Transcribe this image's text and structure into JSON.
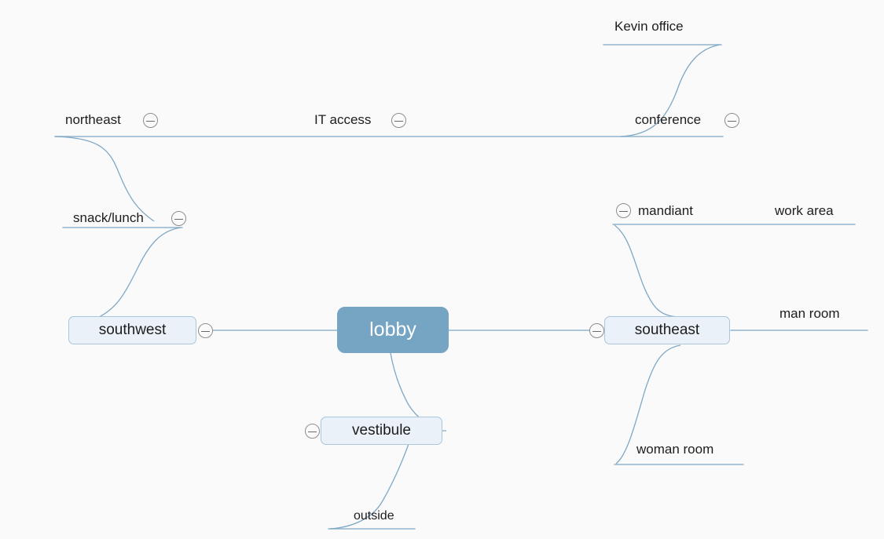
{
  "diagram": {
    "type": "mind-map",
    "background_color": "#fafafa",
    "branch_color": "#8fb4cc",
    "root_fill": "#76a5c4",
    "root_text_color": "#ffffff",
    "node_fill": "#eaf1f8",
    "node_border": "#a9c6dc",
    "icon_name": "collapse-minus-circle-icon"
  },
  "root": {
    "label": "lobby"
  },
  "nodes": {
    "northeast": "northeast",
    "it_access": "IT access",
    "conference": "conference",
    "kevin_office": "Kevin office",
    "snack_lunch": "snack/lunch",
    "southwest": "southwest",
    "mandiant": "mandiant",
    "work_area": "work area",
    "southeast": "southeast",
    "man_room": "man room",
    "woman_room": "woman room",
    "vestibule": "vestibule",
    "outside": "outside"
  }
}
